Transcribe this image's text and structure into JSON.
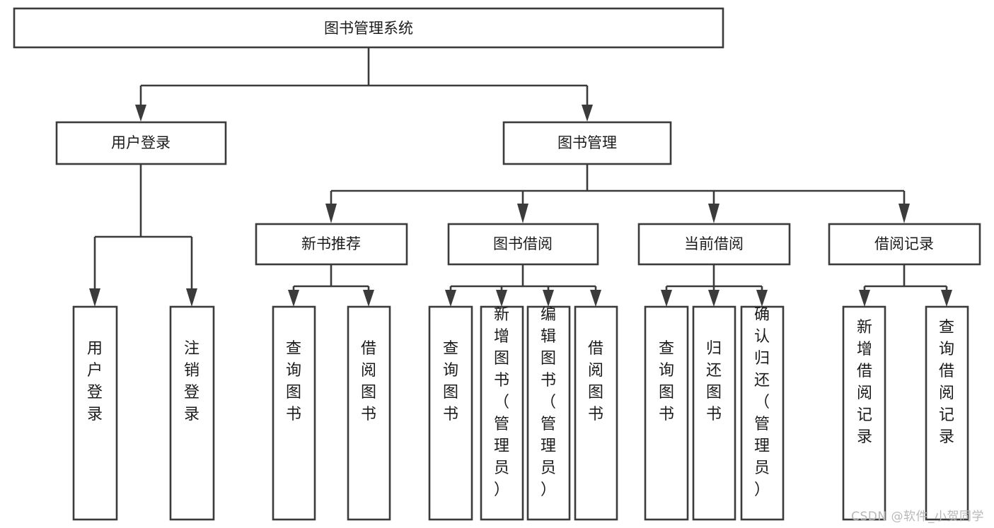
{
  "diagram": {
    "type": "tree-hierarchy",
    "orientation": "top-down",
    "background_color": "#ffffff",
    "line_color": "#3b3b3b",
    "text_color": "#1c1c1c",
    "root": {
      "id": "root",
      "label": "图书管理系统",
      "text_orientation": "horizontal"
    },
    "level1": [
      {
        "id": "user-login",
        "label": "用户登录",
        "text_orientation": "horizontal"
      },
      {
        "id": "book-management",
        "label": "图书管理",
        "text_orientation": "horizontal"
      }
    ],
    "level2": [
      {
        "id": "new-book-recommend",
        "label": "新书推荐",
        "parent": "book-management",
        "text_orientation": "horizontal"
      },
      {
        "id": "book-borrow",
        "label": "图书借阅",
        "parent": "book-management",
        "text_orientation": "horizontal"
      },
      {
        "id": "current-borrow",
        "label": "当前借阅",
        "parent": "book-management",
        "text_orientation": "horizontal"
      },
      {
        "id": "borrow-record",
        "label": "借阅记录",
        "parent": "book-management",
        "text_orientation": "horizontal"
      }
    ],
    "leaves": [
      {
        "id": "leaf-user-login",
        "label": "用户登录",
        "parent": "user-login",
        "text_orientation": "vertical"
      },
      {
        "id": "leaf-logout-login",
        "label": "注销登录",
        "parent": "user-login",
        "text_orientation": "vertical"
      },
      {
        "id": "leaf-query-book-new",
        "label": "查询图书",
        "parent": "new-book-recommend",
        "text_orientation": "vertical"
      },
      {
        "id": "leaf-borrow-book-new",
        "label": "借阅图书",
        "parent": "new-book-recommend",
        "text_orientation": "vertical"
      },
      {
        "id": "leaf-query-book-borrow",
        "label": "查询图书",
        "parent": "book-borrow",
        "text_orientation": "vertical"
      },
      {
        "id": "leaf-add-book-admin",
        "label": "新增图书（管理员）",
        "parent": "book-borrow",
        "text_orientation": "vertical"
      },
      {
        "id": "leaf-edit-book-admin",
        "label": "编辑图书（管理员）",
        "parent": "book-borrow",
        "text_orientation": "vertical"
      },
      {
        "id": "leaf-borrow-book",
        "label": "借阅图书",
        "parent": "book-borrow",
        "text_orientation": "vertical"
      },
      {
        "id": "leaf-query-book-current",
        "label": "查询图书",
        "parent": "current-borrow",
        "text_orientation": "vertical"
      },
      {
        "id": "leaf-return-book",
        "label": "归还图书",
        "parent": "current-borrow",
        "text_orientation": "vertical"
      },
      {
        "id": "leaf-confirm-return-admin",
        "label": "确认归还（管理员）",
        "parent": "current-borrow",
        "text_orientation": "vertical"
      },
      {
        "id": "leaf-add-borrow-record",
        "label": "新增借阅记录",
        "parent": "borrow-record",
        "text_orientation": "vertical"
      },
      {
        "id": "leaf-query-borrow-record",
        "label": "查询借阅记录",
        "parent": "borrow-record",
        "text_orientation": "vertical"
      }
    ]
  },
  "watermark": {
    "text": "CSDN @软件_小贺同学"
  }
}
